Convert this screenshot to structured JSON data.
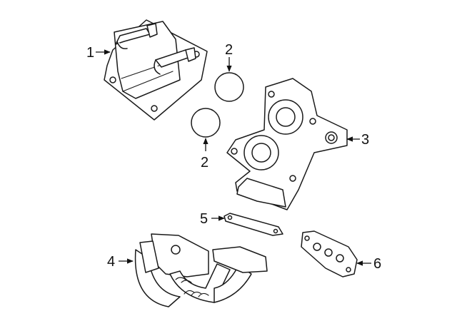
{
  "callouts": {
    "c1": "1",
    "c2a": "2",
    "c2b": "2",
    "c3": "3",
    "c4": "4",
    "c5": "5",
    "c6": "6"
  },
  "colors": {
    "line": "#1a1a1a",
    "background": "#ffffff"
  }
}
